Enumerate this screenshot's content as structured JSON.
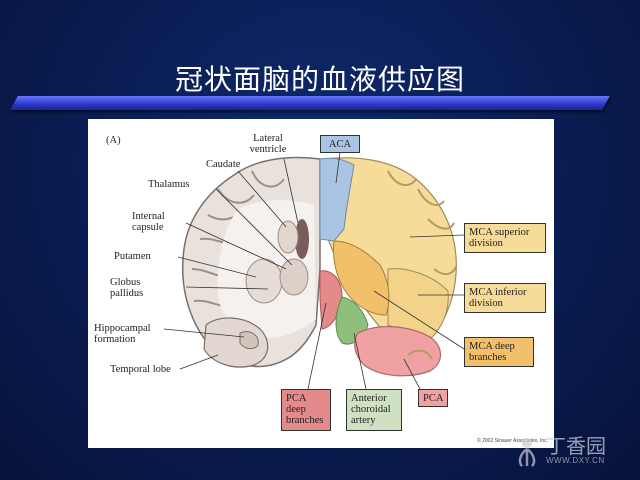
{
  "slide": {
    "title": "冠状面脑的血液供应图"
  },
  "figure": {
    "panel_label": "(A)",
    "left_labels": {
      "lateral_ventricle": "Lateral ventricle",
      "caudate": "Caudate",
      "thalamus": "Thalamus",
      "internal_capsule": "Internal capsule",
      "putamen": "Putamen",
      "globus_pallidus": "Globus pallidus",
      "hippocampal_formation": "Hippocampal formation",
      "temporal_lobe": "Temporal lobe"
    },
    "territory_boxes": {
      "aca": "ACA",
      "mca_superior": "MCA superior division",
      "mca_inferior": "MCA inferior division",
      "mca_deep": "MCA deep branches",
      "pca": "PCA",
      "pca_deep": "PCA deep branches",
      "anterior_choroidal": "Anterior choroidal artery"
    },
    "copyright": "© 2002 Sinauer Associates, Inc.",
    "colors": {
      "aca": "#a9c5e3",
      "mca": "#f6dc98",
      "mca_deep": "#f2c06a",
      "pca": "#f0a1a1",
      "anterior_choroidal": "#8fbf7d"
    }
  },
  "watermark": {
    "brand": "丁香园",
    "url": "WWW.DXY.CN"
  }
}
